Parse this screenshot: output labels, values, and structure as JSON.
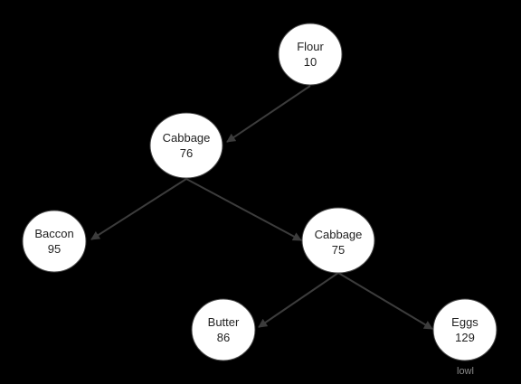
{
  "diagram": {
    "nodes": [
      {
        "id": "flour",
        "name": "Flour",
        "value": "10"
      },
      {
        "id": "cabbage-76",
        "name": "Cabbage",
        "value": "76"
      },
      {
        "id": "bacon",
        "name": "Baccon",
        "value": "95"
      },
      {
        "id": "cabbage-75",
        "name": "Cabbage",
        "value": "75"
      },
      {
        "id": "butter",
        "name": "Butter",
        "value": "86"
      },
      {
        "id": "eggs",
        "name": "Eggs",
        "value": "129"
      }
    ],
    "edges": [
      {
        "from": "flour",
        "to": "cabbage-76"
      },
      {
        "from": "cabbage-76",
        "to": "bacon"
      },
      {
        "from": "cabbage-76",
        "to": "cabbage-75"
      },
      {
        "from": "cabbage-75",
        "to": "butter"
      },
      {
        "from": "cabbage-75",
        "to": "eggs"
      }
    ]
  },
  "watermark": "lowl",
  "colors": {
    "background": "#000000",
    "node_fill": "#ffffff",
    "edge": "#3c3c3c",
    "text": "#222222"
  }
}
